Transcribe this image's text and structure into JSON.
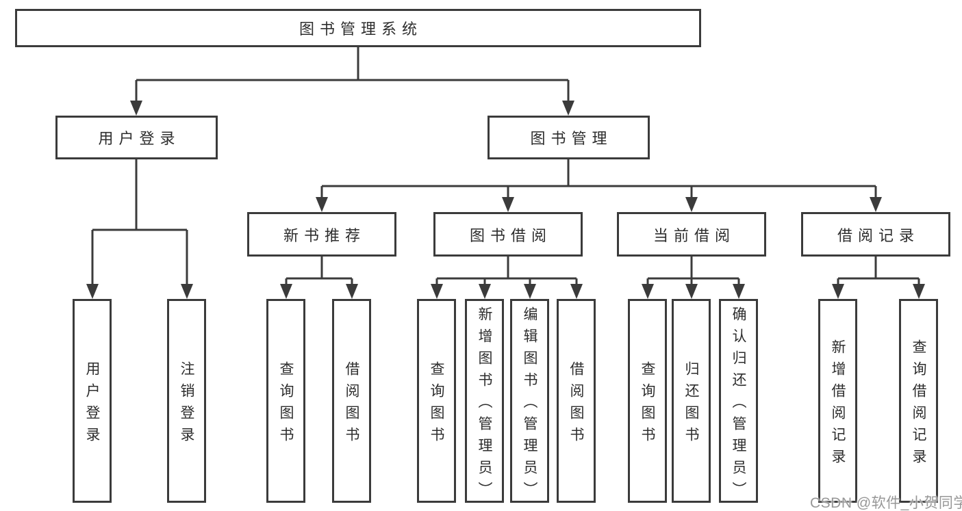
{
  "watermark": "CSDN @软件_小贺同学",
  "colors": {
    "line": "#3b3b3b",
    "box_border": "#3b3b3b",
    "text": "#2d2d2d",
    "watermark": "#979797",
    "background": "#ffffff"
  },
  "nodes": {
    "root": "图书管理系统",
    "user_login": "用户登录",
    "book_mgmt": "图书管理",
    "new_book_rec": "新书推荐",
    "book_borrow": "图书借阅",
    "current_borrow": "当前借阅",
    "borrow_records": "借阅记录",
    "ul_login": "用户登录",
    "ul_logout": "注销登录",
    "nbr_query_book": "查询图书",
    "nbr_borrow_book": "借阅图书",
    "bb_query_book": "查询图书",
    "bb_add_book": "新增图书（管理员）",
    "bb_edit_book": "编辑图书（管理员）",
    "bb_borrow_book": "借阅图书",
    "cb_query_book": "查询图书",
    "cb_return_book": "归还图书",
    "cb_confirm_return": "确认归还（管理员）",
    "br_add_record": "新增借阅记录",
    "br_query_record": "查询借阅记录"
  },
  "edges": [
    {
      "from": "root",
      "to": "user_login"
    },
    {
      "from": "root",
      "to": "book_mgmt"
    },
    {
      "from": "user_login",
      "to": "ul_login"
    },
    {
      "from": "user_login",
      "to": "ul_logout"
    },
    {
      "from": "book_mgmt",
      "to": "new_book_rec"
    },
    {
      "from": "book_mgmt",
      "to": "book_borrow"
    },
    {
      "from": "book_mgmt",
      "to": "current_borrow"
    },
    {
      "from": "book_mgmt",
      "to": "borrow_records"
    },
    {
      "from": "new_book_rec",
      "to": "nbr_query_book"
    },
    {
      "from": "new_book_rec",
      "to": "nbr_borrow_book"
    },
    {
      "from": "book_borrow",
      "to": "bb_query_book"
    },
    {
      "from": "book_borrow",
      "to": "bb_add_book"
    },
    {
      "from": "book_borrow",
      "to": "bb_edit_book"
    },
    {
      "from": "book_borrow",
      "to": "bb_borrow_book"
    },
    {
      "from": "current_borrow",
      "to": "cb_query_book"
    },
    {
      "from": "current_borrow",
      "to": "cb_return_book"
    },
    {
      "from": "current_borrow",
      "to": "cb_confirm_return"
    },
    {
      "from": "borrow_records",
      "to": "br_add_record"
    },
    {
      "from": "borrow_records",
      "to": "br_query_record"
    }
  ]
}
